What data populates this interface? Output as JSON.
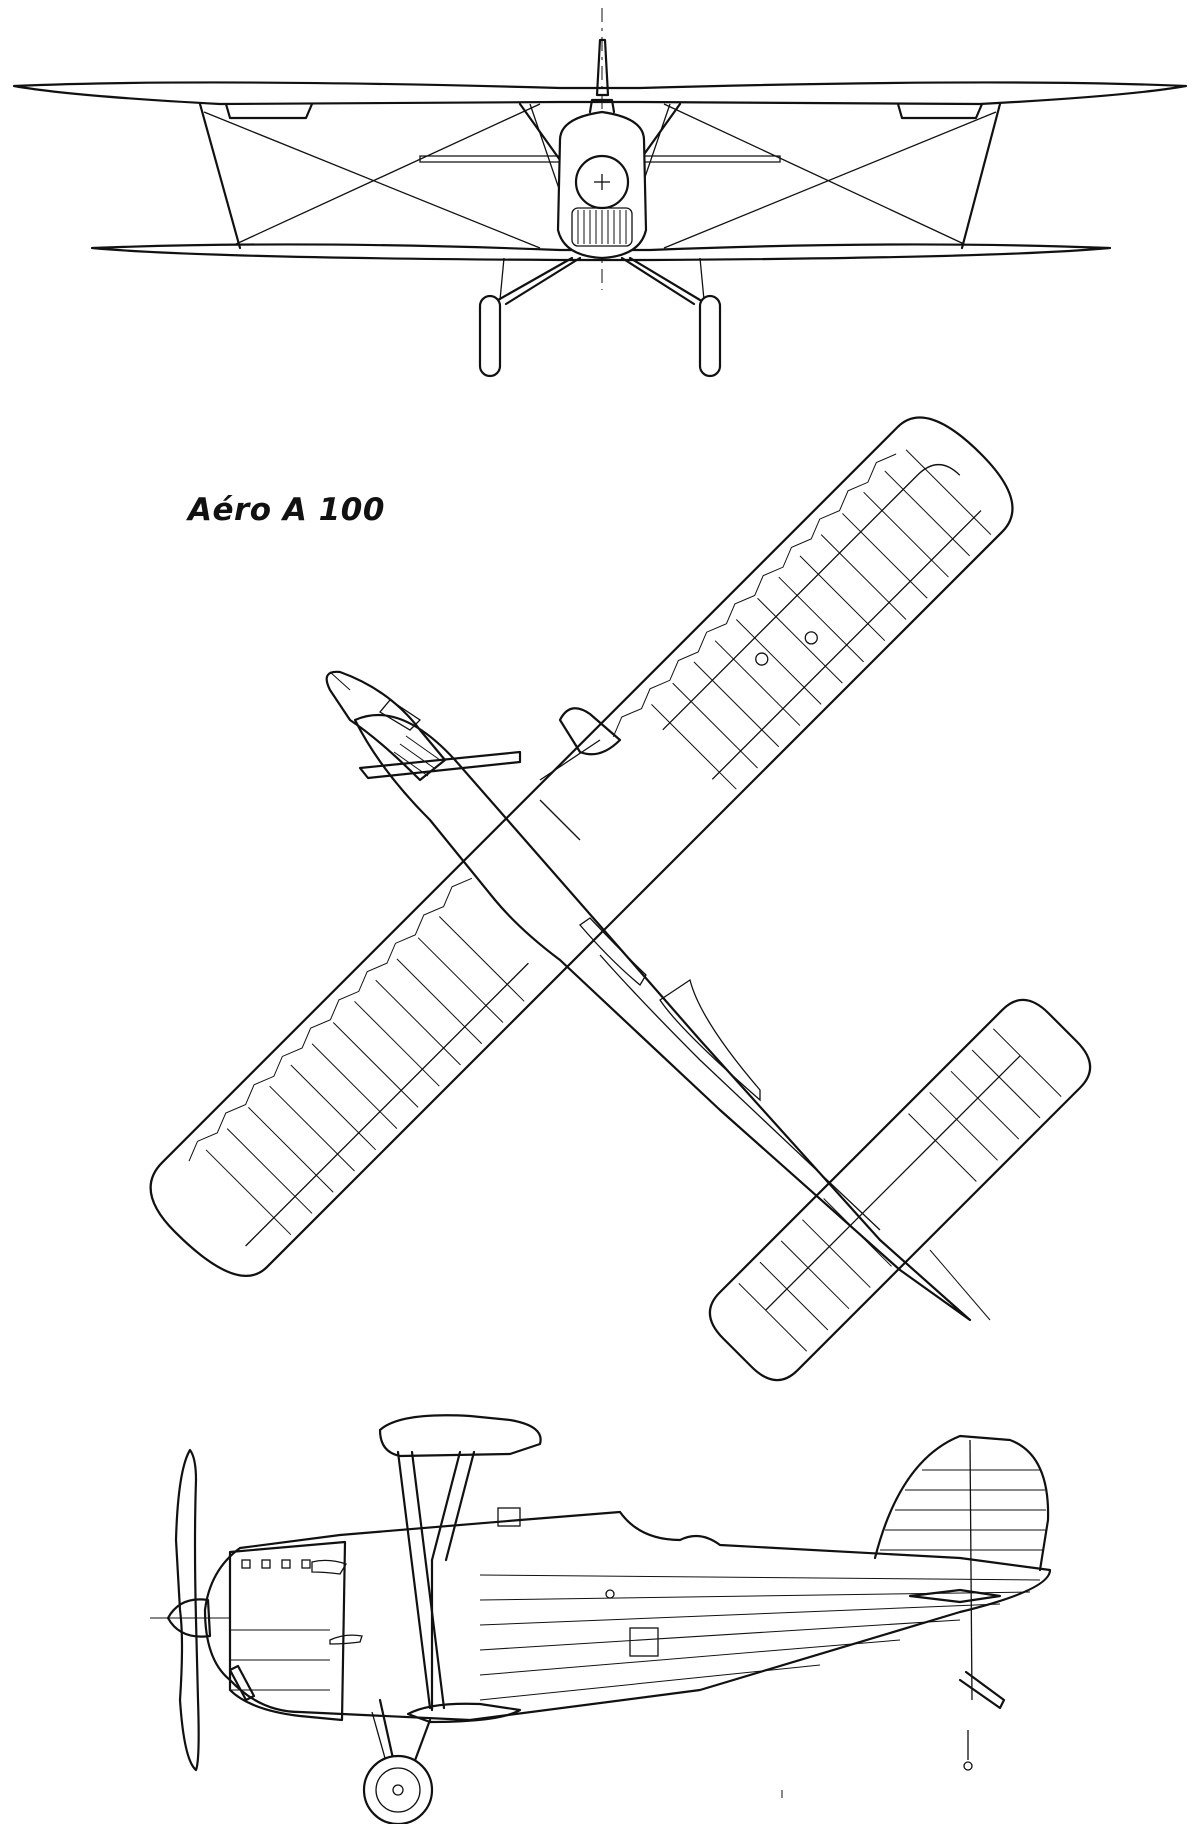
{
  "drawing": {
    "title": "Aéro A 100",
    "views": [
      "front-view",
      "top-view",
      "side-view"
    ]
  }
}
